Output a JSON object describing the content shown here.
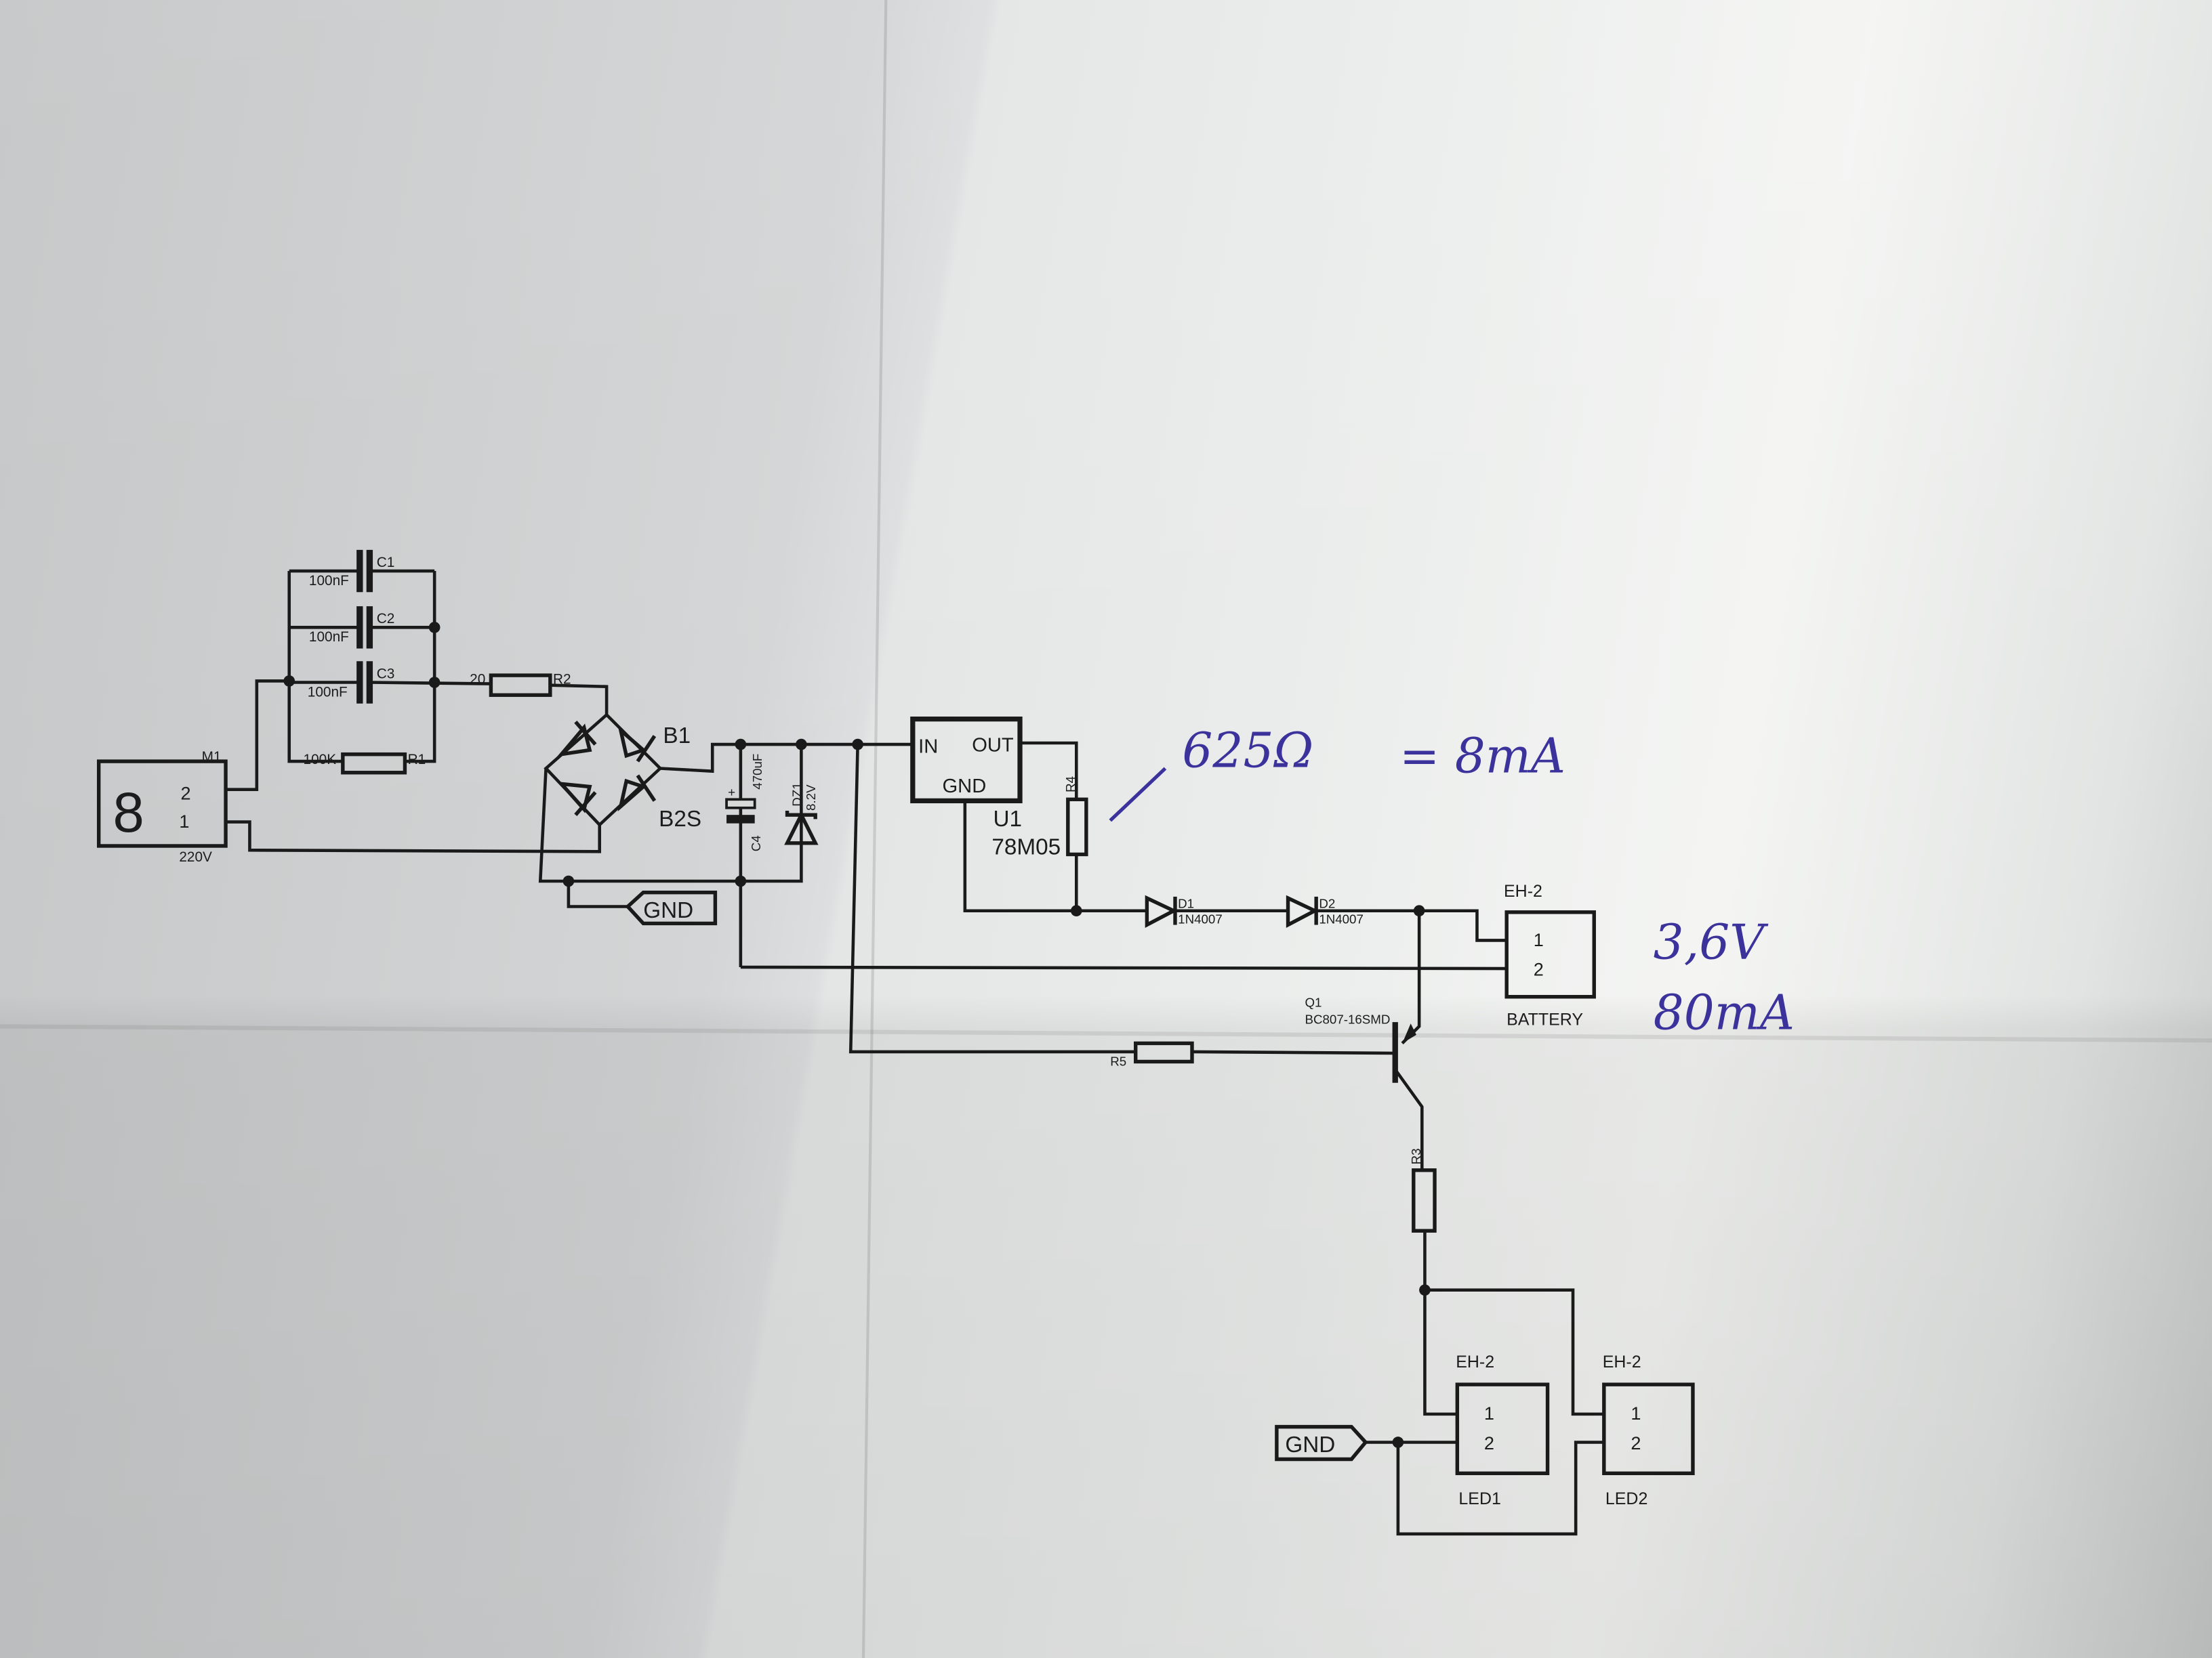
{
  "schematic": {
    "connector_m1": {
      "ref": "M1",
      "pin2": "2",
      "pin1": "1",
      "rating": "220V",
      "symbol": "8"
    },
    "capacitors": [
      {
        "ref": "C1",
        "value": "100nF"
      },
      {
        "ref": "C2",
        "value": "100nF"
      },
      {
        "ref": "C3",
        "value": "100nF"
      },
      {
        "ref": "C4",
        "value": "470uF",
        "polarity": "+"
      }
    ],
    "resistors": [
      {
        "ref": "R1",
        "value": "100K"
      },
      {
        "ref": "R2",
        "value": "20"
      },
      {
        "ref": "R3"
      },
      {
        "ref": "R4"
      },
      {
        "ref": "R5"
      }
    ],
    "bridge": {
      "ref": "B1",
      "part": "B2S"
    },
    "zener": {
      "ref": "DZ1",
      "value": "8.2V"
    },
    "regulator": {
      "ref": "U1",
      "part": "78M05",
      "pin_in": "IN",
      "pin_out": "OUT",
      "pin_gnd": "GND"
    },
    "diodes": [
      {
        "ref": "D1",
        "part": "1N4007"
      },
      {
        "ref": "D2",
        "part": "1N4007"
      }
    ],
    "transistor": {
      "ref": "Q1",
      "part": "BC807-16SMD"
    },
    "battery": {
      "type": "EH-2",
      "pin1": "1",
      "pin2": "2",
      "label": "BATTERY"
    },
    "led1": {
      "type": "EH-2",
      "pin1": "1",
      "pin2": "2",
      "label": "LED1"
    },
    "led2": {
      "type": "EH-2",
      "pin1": "1",
      "pin2": "2",
      "label": "LED2"
    },
    "gnd_labels": [
      "GND",
      "GND"
    ]
  },
  "handwritten": {
    "resistance": "625Ω",
    "current": "= 8mA",
    "battery_voltage": "3,6V",
    "battery_current": "80mA",
    "ink_color": "#3b329c"
  }
}
